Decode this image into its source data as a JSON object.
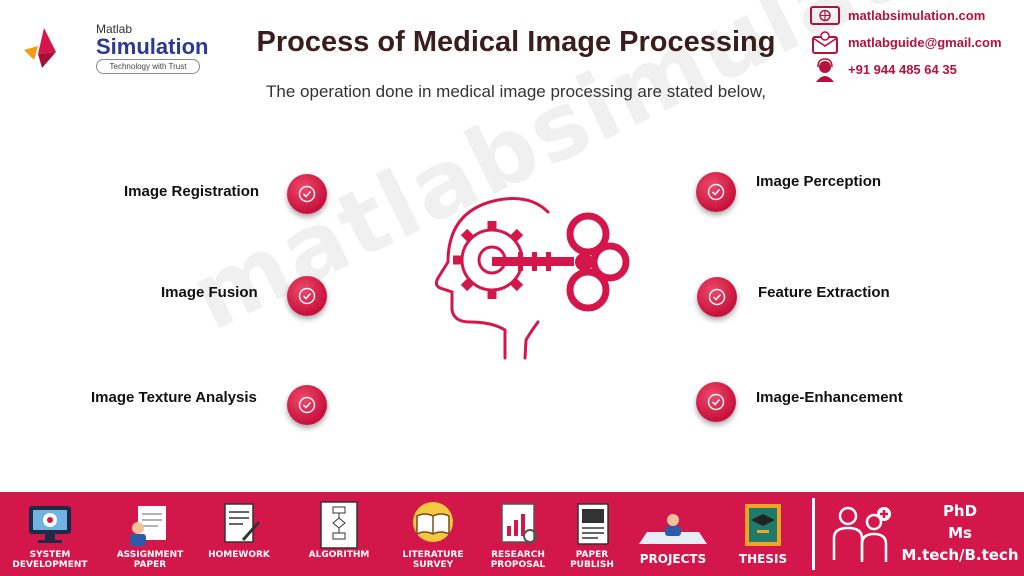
{
  "watermark": "matlabsimulation.com",
  "brand": {
    "small": "Matlab",
    "name": "Simulation",
    "tagline": "Technology with Trust",
    "colors": {
      "primary": "#d4174b",
      "navy": "#2b3a8f",
      "orange": "#f39c12"
    }
  },
  "header": {
    "title": "Process of Medical Image Processing",
    "subtitle": "The operation done in medical image processing are stated below,"
  },
  "contact": {
    "website": "matlabsimulation.com",
    "email": "matlabguide@gmail.com",
    "phone": "+91 944 485 64 35",
    "icons": [
      "globe-icon",
      "email-icon",
      "support-agent-icon"
    ]
  },
  "operations": {
    "left": [
      "Image Registration",
      "Image Fusion",
      "Image Texture Analysis"
    ],
    "right": [
      "Image Perception",
      "Feature Extraction",
      "Image-Enhancement"
    ]
  },
  "center_icon": "head-gear-key-icon",
  "footer": {
    "items": [
      {
        "label": "SYSTEM\nDEVELOPMENT",
        "icon": "monitor-gear-icon"
      },
      {
        "label": "ASSIGNMENT\nPAPER",
        "icon": "assignment-icon"
      },
      {
        "label": "HOMEWORK",
        "icon": "homework-icon"
      },
      {
        "label": "ALGORITHM",
        "icon": "flowchart-icon"
      },
      {
        "label": "LITERATURE\nSURVEY",
        "icon": "book-icon"
      },
      {
        "label": "RESEARCH\nPROPOSAL",
        "icon": "research-chart-icon"
      },
      {
        "label": "PAPER\nPUBLISH",
        "icon": "publish-icon"
      },
      {
        "label": "PROJECTS",
        "icon": "projects-icon"
      },
      {
        "label": "THESIS",
        "icon": "thesis-icon"
      }
    ],
    "degrees": [
      "PhD",
      "Ms",
      "M.tech/B.tech"
    ]
  }
}
